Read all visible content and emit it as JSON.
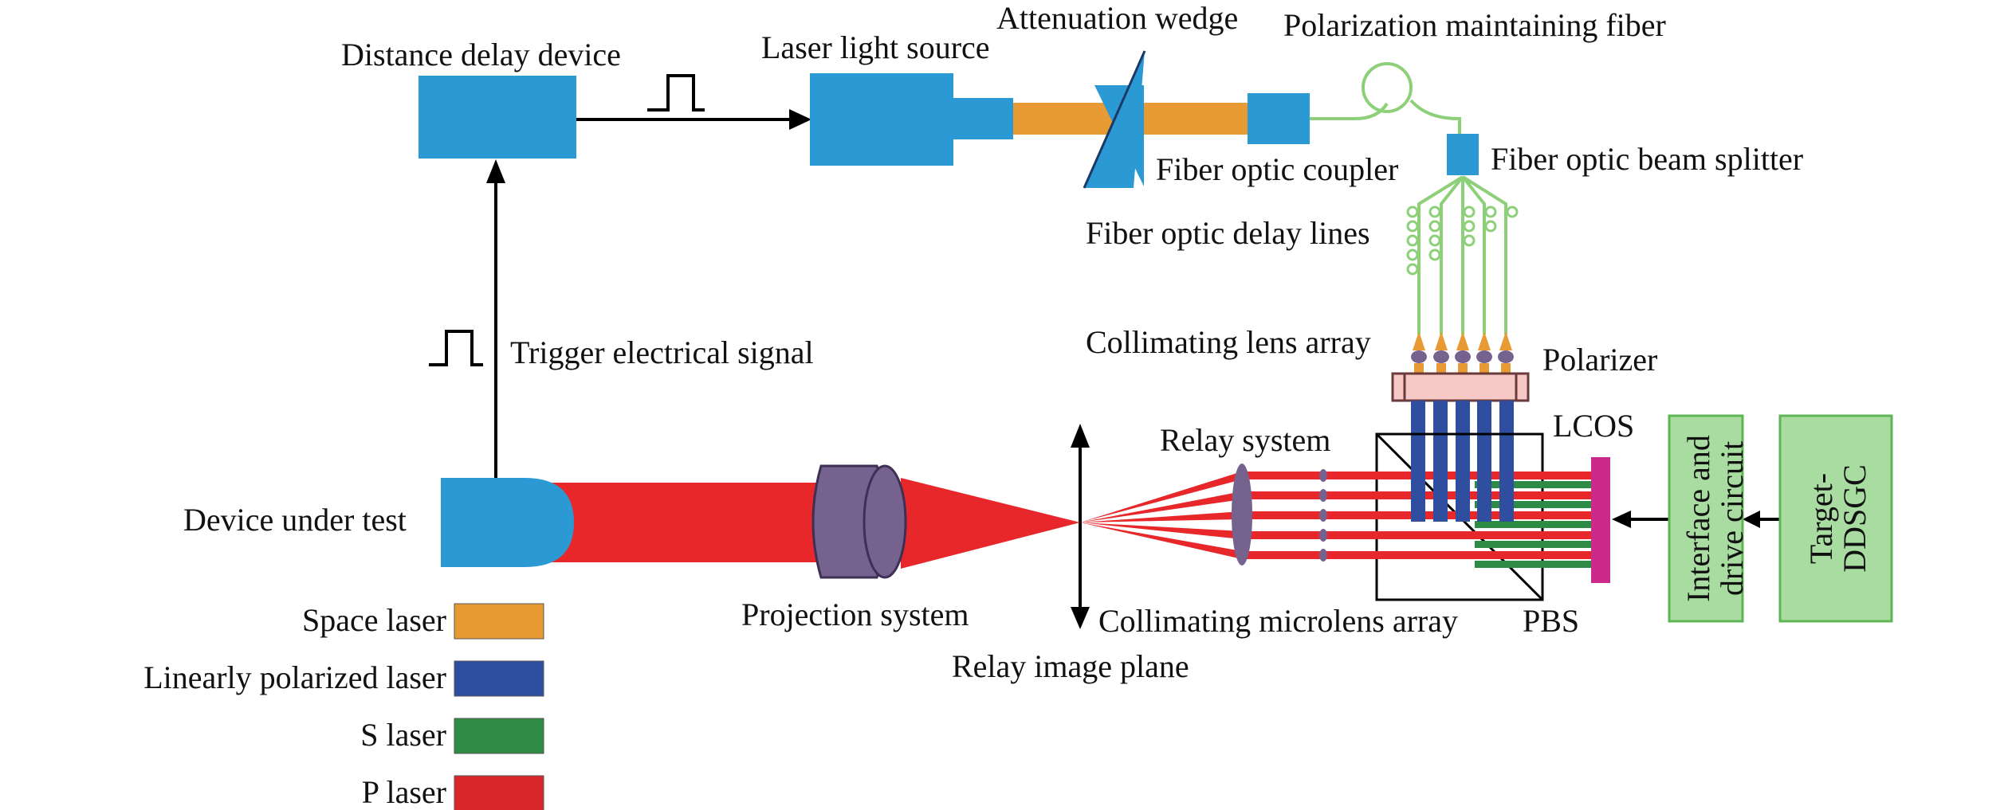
{
  "labels": {
    "distance_delay_device": "Distance delay device",
    "laser_light_source": "Laser light source",
    "attenuation_wedge": "Attenuation wedge",
    "polarization_maintaining_fiber": "Polarization maintaining fiber",
    "fiber_optic_coupler": "Fiber optic coupler",
    "fiber_optic_beam_splitter": "Fiber optic beam splitter",
    "fiber_optic_delay_lines": "Fiber optic delay lines",
    "collimating_lens_array": "Collimating lens array",
    "polarizer": "Polarizer",
    "lcos": "LCOS",
    "relay_system": "Relay system",
    "trigger_electrical_signal": "Trigger electrical signal",
    "device_under_test": "Device under test",
    "projection_system": "Projection system",
    "collimating_microlens_array": "Collimating microlens array",
    "pbs": "PBS",
    "relay_image_plane": "Relay image plane",
    "interface_drive_line1": "Interface and",
    "interface_drive_line2": "drive circuit",
    "target_line1": "Target-",
    "target_line2": "DDSGC"
  },
  "legend": [
    {
      "label": "Space laser",
      "color": "#e89a35"
    },
    {
      "label": "Linearly polarized laser",
      "color": "#2f4ea0"
    },
    {
      "label": "S laser",
      "color": "#2e8b45"
    },
    {
      "label": "P laser",
      "color": "#d8262a"
    }
  ],
  "colors": {
    "device_blue": "#2b9ad4",
    "space_laser": "#e89a35",
    "fiber_green": "#8ed07a",
    "polarized_blue": "#2f4ea0",
    "s_laser_green": "#2e8b45",
    "p_laser_red": "#e8272b",
    "lens_purple": "#76628f",
    "lcos_magenta": "#cc2a8a",
    "circuit_green_fill": "#a8dca0",
    "circuit_green_stroke": "#5fb455",
    "polarizer_pink": "#f6c8c6"
  }
}
